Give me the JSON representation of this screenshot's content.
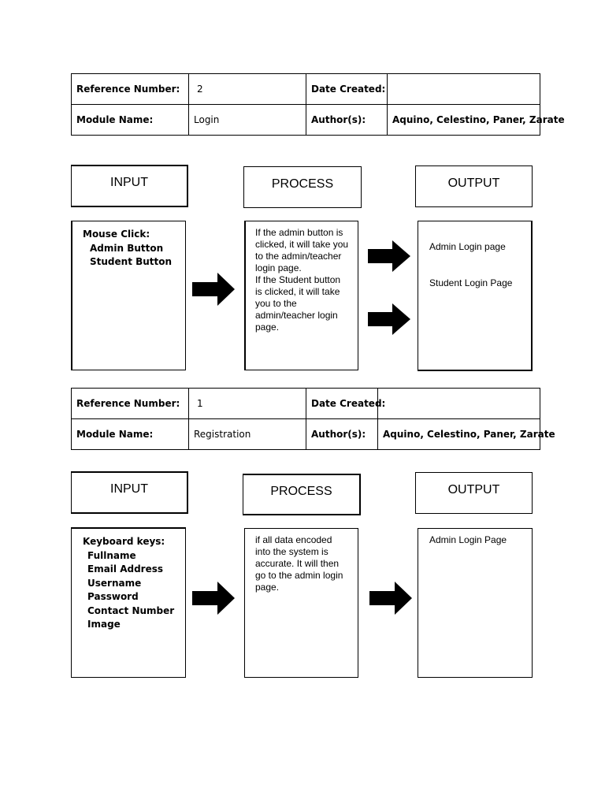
{
  "sections": [
    {
      "info": {
        "reference_number_label": "Reference Number:",
        "reference_number_value": "2",
        "date_created_label": "Date Created:",
        "date_created_value": "",
        "module_name_label": "Module Name:",
        "module_name_value": "Login",
        "authors_label": "Author(s):",
        "authors_value": "Aquino, Celestino, Paner, Zarate"
      },
      "input_header": "INPUT",
      "process_header": "PROCESS",
      "output_header": "OUTPUT",
      "input_title": "Mouse Click:",
      "input_items": [
        "Admin Button",
        "Student Button"
      ],
      "process_lines": [
        "If the admin button is clicked, it will take you to the admin/teacher login page.",
        "If the Student button is clicked, it will take you to the admin/teacher login page."
      ],
      "output_items": [
        "Admin Login page",
        "Student Login Page"
      ]
    },
    {
      "info": {
        "reference_number_label": "Reference Number:",
        "reference_number_value": "1",
        "date_created_label": "Date Created:",
        "date_created_value": "",
        "module_name_label": "Module Name:",
        "module_name_value": "Registration",
        "authors_label": "Author(s):",
        "authors_value": "Aquino, Celestino, Paner, Zarate"
      },
      "input_header": "INPUT",
      "process_header": "PROCESS",
      "output_header": "OUTPUT",
      "input_title": "Keyboard keys:",
      "input_items": [
        "Fullname",
        "Email Address",
        "Username",
        "Password",
        "Contact Number",
        "Image"
      ],
      "process_lines": [
        "if all data encoded into the system is accurate. It will then go to the admin login page."
      ],
      "output_items": [
        "Admin Login Page"
      ]
    }
  ],
  "icons": {
    "arrow": "right-arrow-icon"
  }
}
